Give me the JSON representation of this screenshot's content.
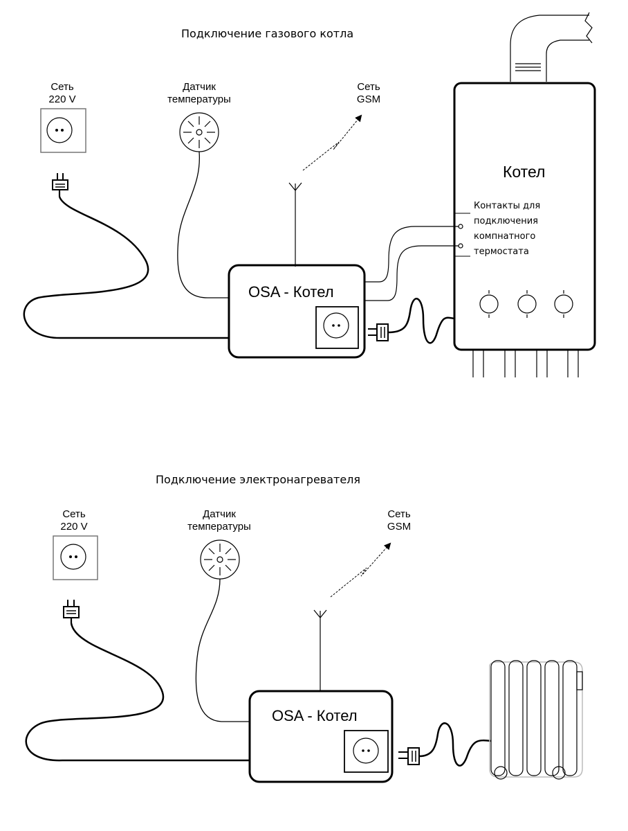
{
  "diagram1": {
    "title": "Подключение газового котла",
    "mains_label": [
      "Сеть",
      "220 V"
    ],
    "sensor_label": [
      "Датчик",
      "температуры"
    ],
    "gsm_label": [
      "Сеть",
      "GSM"
    ],
    "device_label": "OSA - Котел",
    "boiler_label": "Котел",
    "contacts_label": [
      "Контакты для",
      "подключения",
      "компнатного",
      "термостата"
    ]
  },
  "diagram2": {
    "title": "Подключение электронагревателя",
    "mains_label": [
      "Сеть",
      "220 V"
    ],
    "sensor_label": [
      "Датчик",
      "температуры"
    ],
    "gsm_label": [
      "Сеть",
      "GSM"
    ],
    "device_label": "OSA - Котел"
  }
}
